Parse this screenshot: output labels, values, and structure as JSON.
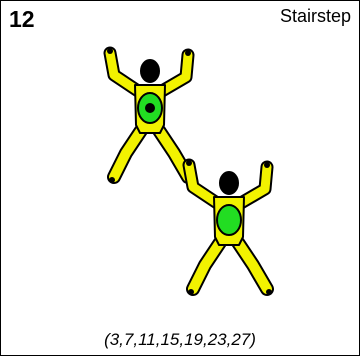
{
  "formation": {
    "number": "12",
    "name": "Stairstep",
    "sequence": "(3,7,11,15,19,23,27)"
  },
  "colors": {
    "suit": "#f2f200",
    "container": "#22dd22",
    "outline": "#000000",
    "head": "#000000"
  },
  "jumpers": [
    {
      "name": "upper-skydiver",
      "container_mark": true
    },
    {
      "name": "lower-skydiver",
      "container_mark": false
    }
  ]
}
